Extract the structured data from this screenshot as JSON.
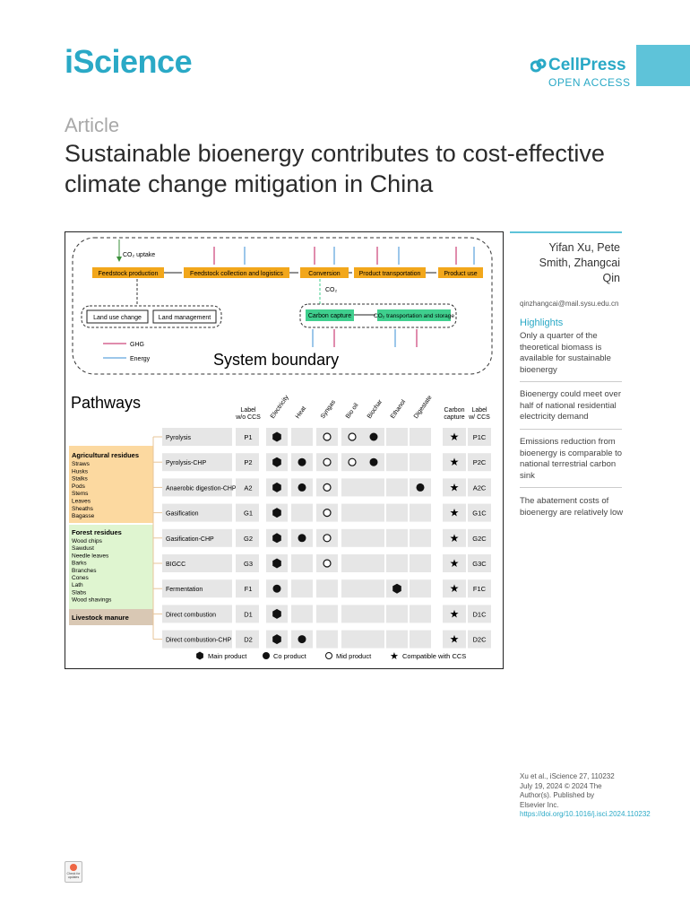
{
  "header": {
    "journal": "iScience",
    "publisher": "CellPress",
    "open_access": "OPEN ACCESS",
    "article_type": "Article",
    "title": "Sustainable bioenergy contributes to cost-effective climate change mitigation in China"
  },
  "sidebar": {
    "authors": "Yifan Xu, Pete Smith, Zhangcai Qin",
    "email": "qinzhangcai@mail.sysu.edu.cn",
    "highlights_title": "Highlights",
    "highlights": [
      "Only a quarter of the theoretical biomass is available for sustainable bioenergy",
      "Bioenergy could meet over half of national residential electricity demand",
      "Emissions reduction from bioenergy is comparable to national terrestrial carbon sink",
      "The abatement costs of bioenergy are relatively low"
    ],
    "citation_line1": "Xu et al., iScience 27, 110232",
    "citation_line2": "July 19, 2024 © 2024 The Author(s). Published by Elsevier Inc.",
    "doi": "https://doi.org/10.1016/j.isci.2024.110232",
    "badge": "Check for updates"
  },
  "figure": {
    "system": {
      "co2_uptake": "CO₂ uptake",
      "co2": "CO₂",
      "boxes": [
        "Feedstock production",
        "Feedstock collection and logistics",
        "Conversion",
        "Product transportation",
        "Product use"
      ],
      "land": [
        "Land use change",
        "Land management"
      ],
      "capture": [
        "Carbon capture",
        "CO₂ transportation and storage"
      ],
      "legend_ghg": "GHG",
      "legend_energy": "Energy",
      "boundary": "System boundary",
      "colors": {
        "orange": "#f2a71b",
        "green": "#3fcf8e",
        "ghg": "#c2185b",
        "energy": "#3a8fd6"
      }
    },
    "pathways_title": "Pathways",
    "col_label_ccs_off": "Label w/o CCS",
    "col_label_ccs_on": "Label w/ CCS",
    "carbon_capture": "Carbon capture",
    "product_cols": [
      "Electricity",
      "Heat",
      "Syngas",
      "Bio oil",
      "Biochar",
      "Ethanol",
      "Digestate"
    ],
    "feedstocks": {
      "agri_title": "Agricultural residues",
      "agri_items": [
        "Straws",
        "Husks",
        "Stalks",
        "Pods",
        "Stems",
        "Leaves",
        "Sheaths",
        "Bagasse"
      ],
      "forest_title": "Forest residues",
      "forest_items": [
        "Wood chips",
        "Sawdust",
        "Needle leaves",
        "Barks",
        "Branches",
        "Cones",
        "Lath",
        "Slabs",
        "Wood shavings"
      ],
      "livestock_title": "Livestock manure"
    },
    "rows": [
      {
        "name": "Pyrolysis",
        "l1": "P1",
        "l2": "P1C",
        "cells": [
          "hex",
          "",
          "mid",
          "mid",
          "co",
          "",
          ""
        ]
      },
      {
        "name": "Pyrolysis-CHP",
        "l1": "P2",
        "l2": "P2C",
        "cells": [
          "hex",
          "co",
          "mid",
          "mid",
          "co",
          "",
          ""
        ]
      },
      {
        "name": "Anaerobic digestion-CHP",
        "l1": "A2",
        "l2": "A2C",
        "cells": [
          "hex",
          "co",
          "mid",
          "",
          "",
          "",
          "co"
        ]
      },
      {
        "name": "Gasification",
        "l1": "G1",
        "l2": "G1C",
        "cells": [
          "hex",
          "",
          "mid",
          "",
          "",
          "",
          ""
        ]
      },
      {
        "name": "Gasification-CHP",
        "l1": "G2",
        "l2": "G2C",
        "cells": [
          "hex",
          "co",
          "mid",
          "",
          "",
          "",
          ""
        ]
      },
      {
        "name": "BIGCC",
        "l1": "G3",
        "l2": "G3C",
        "cells": [
          "hex",
          "",
          "mid",
          "",
          "",
          "",
          ""
        ]
      },
      {
        "name": "Fermentation",
        "l1": "F1",
        "l2": "F1C",
        "cells": [
          "co",
          "",
          "",
          "",
          "",
          "hex",
          ""
        ]
      },
      {
        "name": "Direct combustion",
        "l1": "D1",
        "l2": "D1C",
        "cells": [
          "hex",
          "",
          "",
          "",
          "",
          "",
          ""
        ]
      },
      {
        "name": "Direct combustion-CHP",
        "l1": "D2",
        "l2": "D2C",
        "cells": [
          "hex",
          "co",
          "",
          "",
          "",
          "",
          ""
        ]
      }
    ],
    "legend": {
      "main": "Main product",
      "co": "Co product",
      "mid": "Mid product",
      "ccs": "Compatible with CCS"
    }
  }
}
